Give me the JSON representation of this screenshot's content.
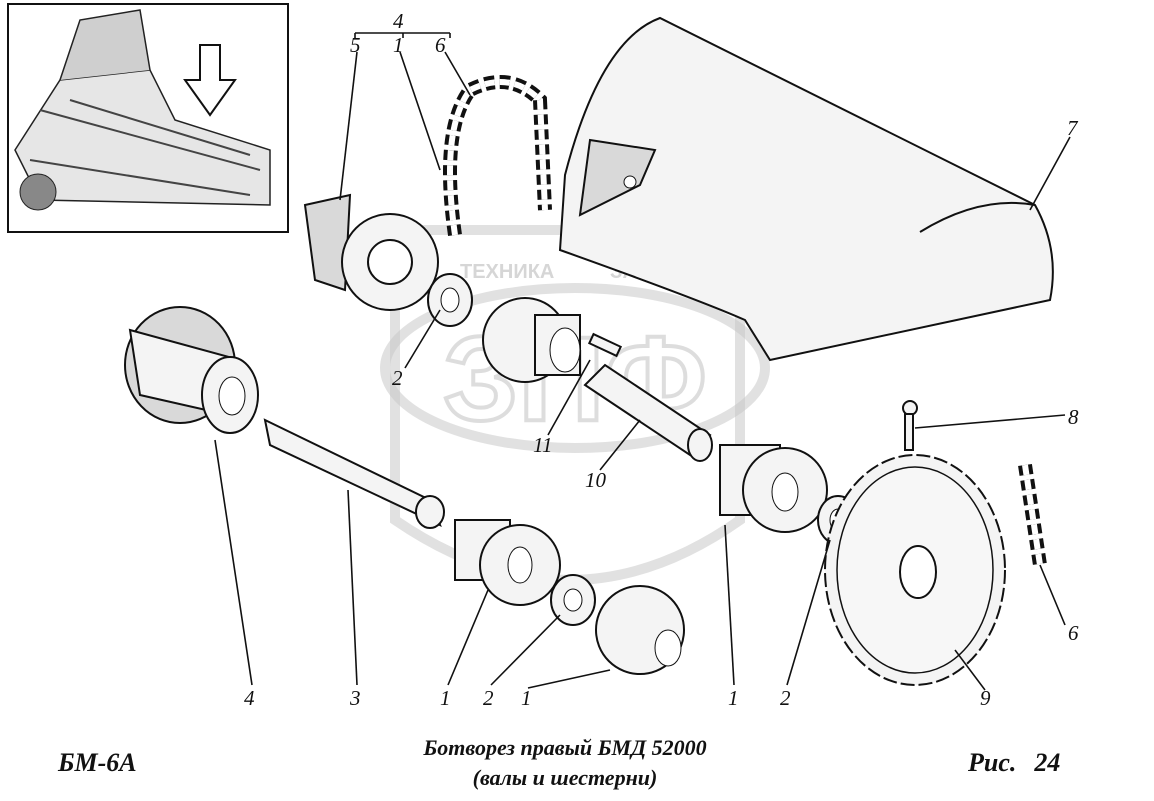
{
  "footer": {
    "model": "БМ-6А",
    "title_line1": "Ботворез правый БМД 52000",
    "title_line2": "(валы и шестерни)",
    "figure_prefix": "Рис.",
    "figure_number": "24"
  },
  "watermark": {
    "brand_left": "ТЕХНИКА",
    "brand_right": "ЗАПЧАСТИ",
    "logo": "ЗПФ"
  },
  "callouts": {
    "group": "4",
    "c5_top": "5",
    "c1_top": "1",
    "c6_top": "6",
    "c7": "7",
    "c2_left": "2",
    "c11": "11",
    "c10": "10",
    "c8": "8",
    "c6_right": "6",
    "c4_bottom": "4",
    "c3": "3",
    "c1_bottom_a": "1",
    "c2_bottom_a": "2",
    "c1_bottom_b": "1",
    "c1_bottom_c": "1",
    "c2_bottom_b": "2",
    "c9": "9"
  }
}
